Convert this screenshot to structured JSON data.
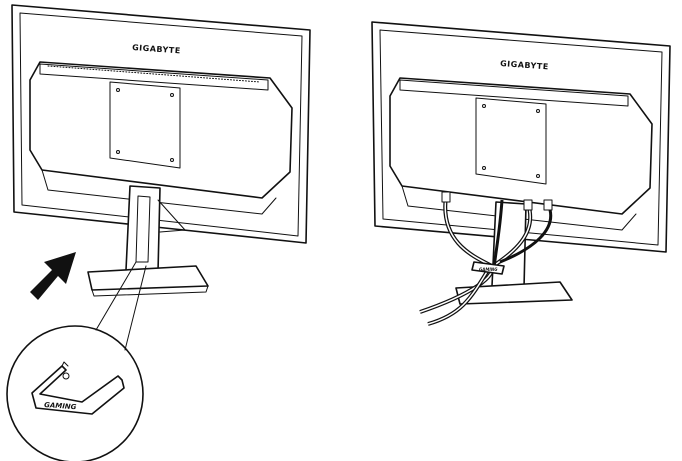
{
  "figure": {
    "left_panel": {
      "brand_logo": "GIGABYTE",
      "clip_logo": "GAMING"
    },
    "right_panel": {
      "brand_logo": "GIGABYTE",
      "clip_logo": "GAMING"
    },
    "arrow_color": "#111111"
  }
}
